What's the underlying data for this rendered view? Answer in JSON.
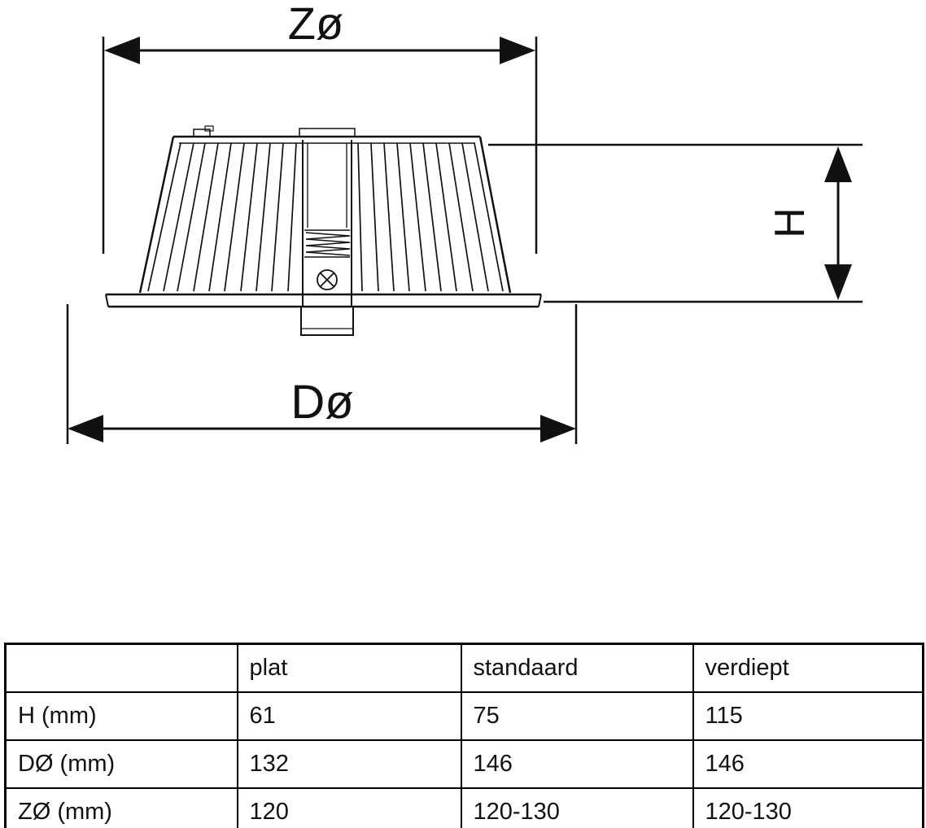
{
  "diagram": {
    "top_dimension_label": "Zø",
    "bottom_dimension_label": "Dø",
    "height_dimension_label": "H"
  },
  "table": {
    "columns": [
      "",
      "plat",
      "standaard",
      "verdiept"
    ],
    "rows": [
      {
        "label": "H (mm)",
        "values": [
          "61",
          "75",
          "115"
        ]
      },
      {
        "label": "DØ (mm)",
        "values": [
          "132",
          "146",
          "146"
        ]
      },
      {
        "label": "ZØ (mm)",
        "values": [
          "120",
          "120-130",
          "120-130"
        ]
      }
    ]
  },
  "colors": {
    "line": "#111111",
    "background": "#ffffff"
  }
}
